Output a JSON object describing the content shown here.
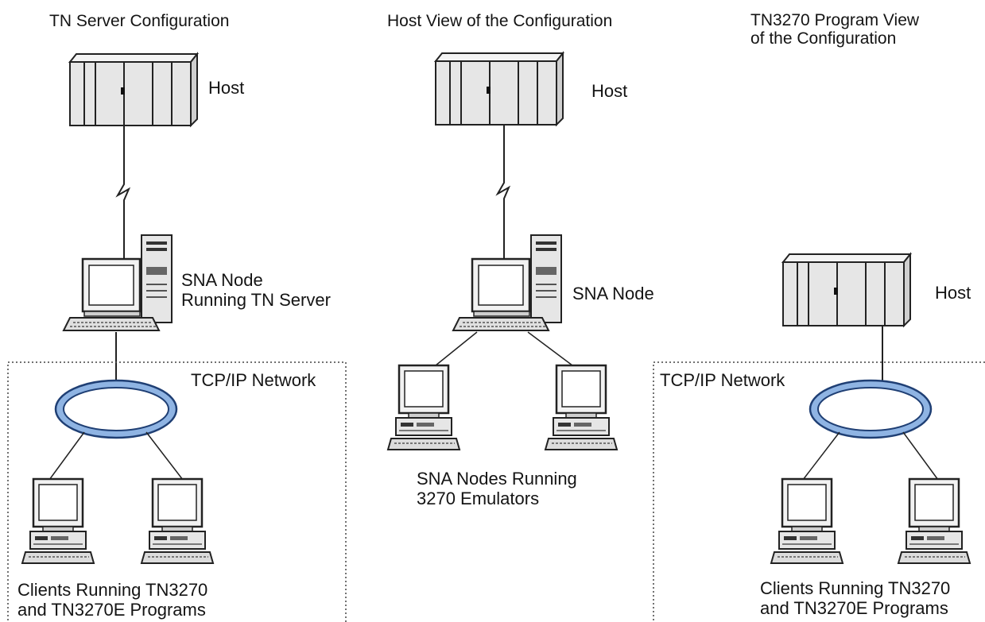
{
  "panels": [
    {
      "title": "TN Server Configuration",
      "host_label": "Host",
      "node_label": "SNA Node\nRunning TN Server",
      "network_label": "TCP/IP Network",
      "clients_label": "Clients Running TN3270\nand TN3270E Programs"
    },
    {
      "title": "Host View of the Configuration",
      "host_label": "Host",
      "node_label": "SNA Node",
      "nodes_label": "SNA Nodes Running\n3270 Emulators"
    },
    {
      "title": "TN3270 Program View\nof the  Configuration",
      "host_label": "Host",
      "network_label": "TCP/IP Network",
      "clients_label": "Clients Running TN3270\nand TN3270E Programs"
    }
  ],
  "icons": {
    "host": "mainframe-icon",
    "node": "workstation-tower-icon",
    "client": "client-workstation-icon",
    "network": "token-ring-icon",
    "link": "lightning-link-icon"
  },
  "colors": {
    "ring_fill": "#8fb4e3",
    "ring_stroke": "#1f3f74",
    "cabinet_fill": "#e6e6e6",
    "stroke": "#222222",
    "network_border": "#444444"
  }
}
